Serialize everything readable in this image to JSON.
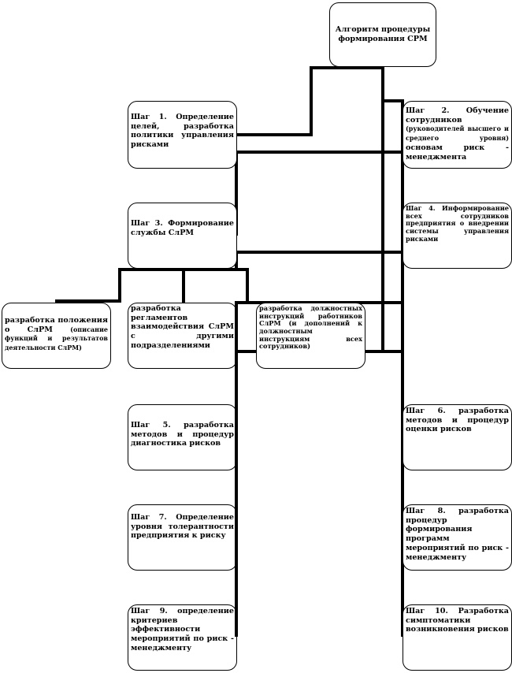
{
  "diagram": {
    "title": "Алгоритм процедуры формирования СРМ",
    "steps": {
      "step1": "Шаг 1. Определение целей, разработка политики управления рисками",
      "step2_main": "Шаг 2. Обучение сотрудников",
      "step2_sub": "(руководителей высшего и среднего уровня)",
      "step2_tail": "основам риск - менеджмента",
      "step3": "Шаг 3. Формирование службы СлРМ",
      "step4": "Шаг 4. Информирование всех сотрудников предприятия о внедрении системы управления рисками",
      "step5": "Шаг 5. разработка методов и процедур диагностика рисков",
      "step6": "Шаг 6. разработка методов и процедур оценки рисков",
      "step7": "Шаг 7. Определение уровня толерантности предприятия к риску",
      "step8": "Шаг 8. разработка процедур формирования программ мероприятий по риск - менеджменту",
      "step9": "Шаг 9. определение критериев эффективности мероприятий по риск - менеджменту",
      "step10": "Шаг 10. Разработка симптоматики возникновения рисков"
    },
    "sub_tasks": {
      "sub1_main": "разработка положения о СлРМ",
      "sub1_sub": "(описание функций и результатов деятельности СлРМ)",
      "sub2": "разработка регламентов взаимодействия СлРМ с другими подразделениями",
      "sub3": "разработка должностных инструкций работников СлРМ (и дополнений к должностным инструкциям всех сотрудников)"
    }
  }
}
